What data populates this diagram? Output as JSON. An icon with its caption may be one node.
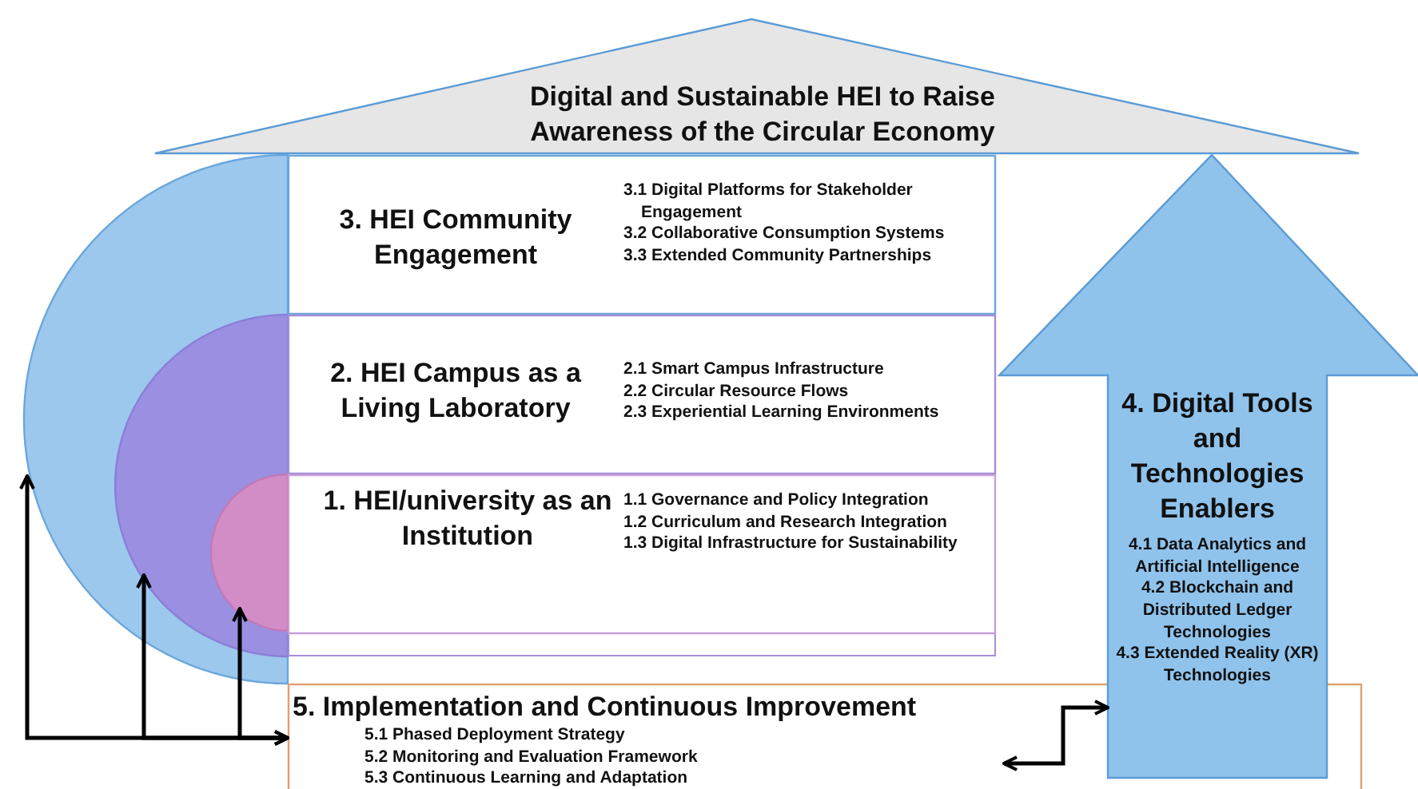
{
  "diagram": {
    "nodes": [
      {
        "text": [
          "Digital and Sustainable HEI to Raise Awareness of the Circular Economy"
        ]
      },
      {
        "text": [],
        "shape": "circle"
      },
      {
        "text": [
          "3. HEI Community Engagement",
          "3.1 Digital Platforms for Stakeholder Engagement",
          "3.2 Collaborative Consumption Systems",
          "3.3 Extended Community Partnerships"
        ]
      },
      {
        "text": [],
        "shape": "circle",
        "in": 1
      },
      {
        "text": [
          "2. HEI Campus as a Living Laboratory",
          "2.1 Smart Campus Infrastructure",
          "2.2 Circular Resource Flows",
          "2.3 Experiential Learning Environments"
        ]
      },
      {
        "text": [],
        "shape": "circle",
        "in": 3
      },
      {
        "text": [
          "1. HEI/university as an Institution",
          "1.1 Governance and Policy Integration",
          "1.2 Curriculum and Research Integration",
          "1.3 Digital Infrastructure for Sustainability"
        ]
      },
      {
        "text": [
          "4. Digital Tools and Technologies Enablers",
          "4.1 Data Analytics and Artificial Intelligence",
          "4.2 Blockchain and Distributed Ledger Technologies",
          "4.3 Extended Reality (XR) Technologies"
        ]
      },
      {
        "text": [
          "5. Implementation and Continuous Improvement",
          "5.1 Phased Deployment Strategy",
          "5.2 Monitoring and Evaluation Framework",
          "5.3 Continuous Learning and Adaptation"
        ]
      }
    ],
    "edges": [
      {
        "from": 8,
        "to": 1,
        "arrow": "both"
      },
      {
        "from": 8,
        "to": 3,
        "arrow": "both"
      },
      {
        "from": 8,
        "to": 5,
        "arrow": "both"
      },
      {
        "from": 8,
        "to": 7,
        "arrow": "both"
      }
    ]
  }
}
